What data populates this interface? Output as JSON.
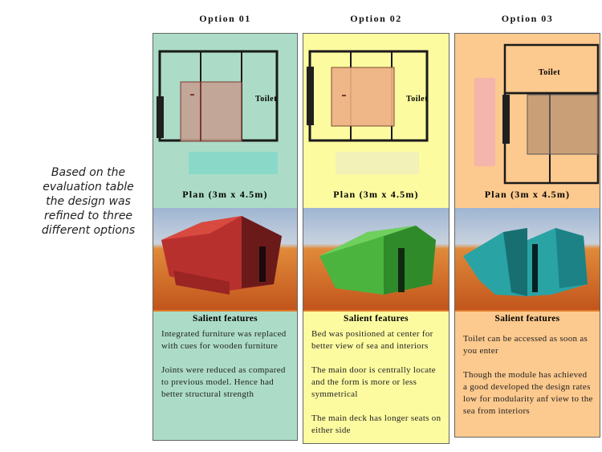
{
  "side_text": "Based on the evaluation table the design was refined to three different options",
  "options": [
    {
      "title": "Option 01",
      "toilet": "Toilet",
      "plan_label": "Plan (3m x 4.5m)",
      "features_title": "Salient features",
      "features": [
        "Integrated furniture was replaced with cues for wooden furniture",
        "Joints were reduced as compared to previous model. Hence had better structural strength"
      ],
      "bg": "#acdcc7",
      "model_color": "#b8302e"
    },
    {
      "title": "Option 02",
      "toilet": "Toilet",
      "plan_label": "Plan (3m x 4.5m)",
      "features_title": "Salient features",
      "features": [
        "Bed was positioned at center for better view of sea and interiors",
        "The main door is centrally locate and the form is more or less symmetrical",
        "The main deck has longer seats on either side"
      ],
      "bg": "#fdfba0",
      "model_color": "#4bb43e"
    },
    {
      "title": "Option 03",
      "toilet": "Toilet",
      "plan_label": "Plan (3m x 4.5m)",
      "features_title": "Salient features",
      "features": [
        "Toilet can be accessed as soon as you enter",
        "Though the module has achieved a good developed the design rates low for modularity anf view to the sea from interiors"
      ],
      "bg": "#fcc98e",
      "model_color": "#2aa3a5"
    }
  ]
}
